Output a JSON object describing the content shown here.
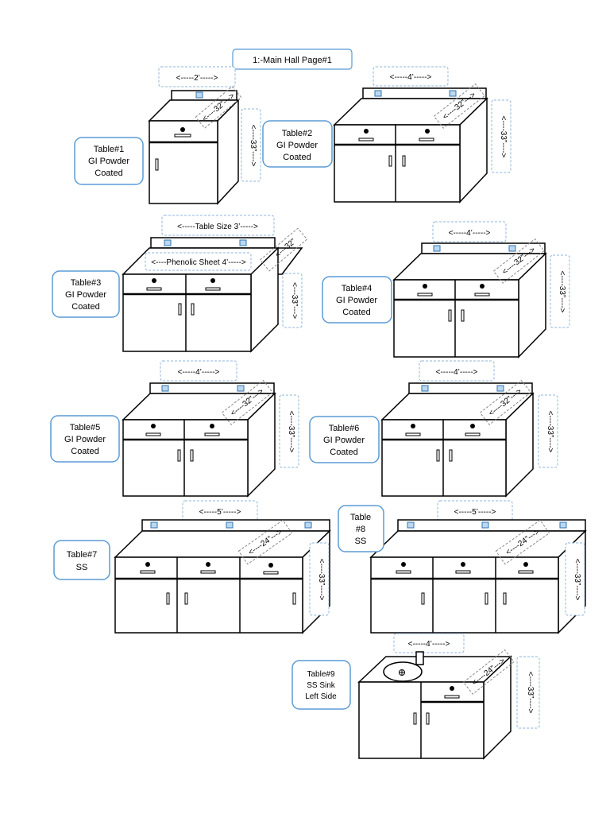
{
  "title": "1:-Main Hall    Page#1",
  "colors": {
    "callout_border": "#5b9bd5",
    "dim_border": "#8fb4de",
    "port_fill": "#bdd7ee",
    "port_stroke": "#2e75b6"
  },
  "tables": [
    {
      "label": [
        "Table#1",
        "GI Powder",
        "Coated"
      ],
      "width_dim": "<-----2’----->",
      "depth_dim": "<----32”--->",
      "height_dim": "<----33”---->"
    },
    {
      "label": [
        "Table#2",
        "GI Powder",
        "Coated"
      ],
      "width_dim": "<-----4’----->",
      "depth_dim": "<----32”--->",
      "height_dim": "<----33”---->"
    },
    {
      "label": [
        "Table#3",
        "GI Powder",
        "Coated"
      ],
      "width_dim": "<-----Table Size 3’----->",
      "extra_dim": "<----Phenolic Sheet 4’----->",
      "depth_dim": "<---32”",
      "height_dim": "<---33”--->"
    },
    {
      "label": [
        "Table#4",
        "GI Powder",
        "Coated"
      ],
      "width_dim": "<-----4’----->",
      "depth_dim": "<----32”--->",
      "height_dim": "<----33”---->"
    },
    {
      "label": [
        "Table#5",
        "GI Powder",
        "Coated"
      ],
      "width_dim": "<-----4’----->",
      "depth_dim": "<----32”--->",
      "height_dim": "<----33”---->"
    },
    {
      "label": [
        "Table#6",
        "GI Powder",
        "Coated"
      ],
      "width_dim": "<-----4’----->",
      "depth_dim": "<----32”--->",
      "height_dim": "<----33”---->"
    },
    {
      "label": [
        "Table#7",
        "SS"
      ],
      "width_dim": "<-----5’----->",
      "depth_dim": "<----24”--->",
      "height_dim": "<----33”---->"
    },
    {
      "label": [
        "Table",
        "#8",
        "SS"
      ],
      "width_dim": "<-----5’----->",
      "depth_dim": "<----24”--->",
      "height_dim": "<----33”---->"
    },
    {
      "label": [
        "Table#9",
        "SS Sink",
        "Left Side"
      ],
      "width_dim": "<-----4’----->",
      "depth_dim": "<----24”--->",
      "height_dim": "<----33”---->"
    }
  ]
}
